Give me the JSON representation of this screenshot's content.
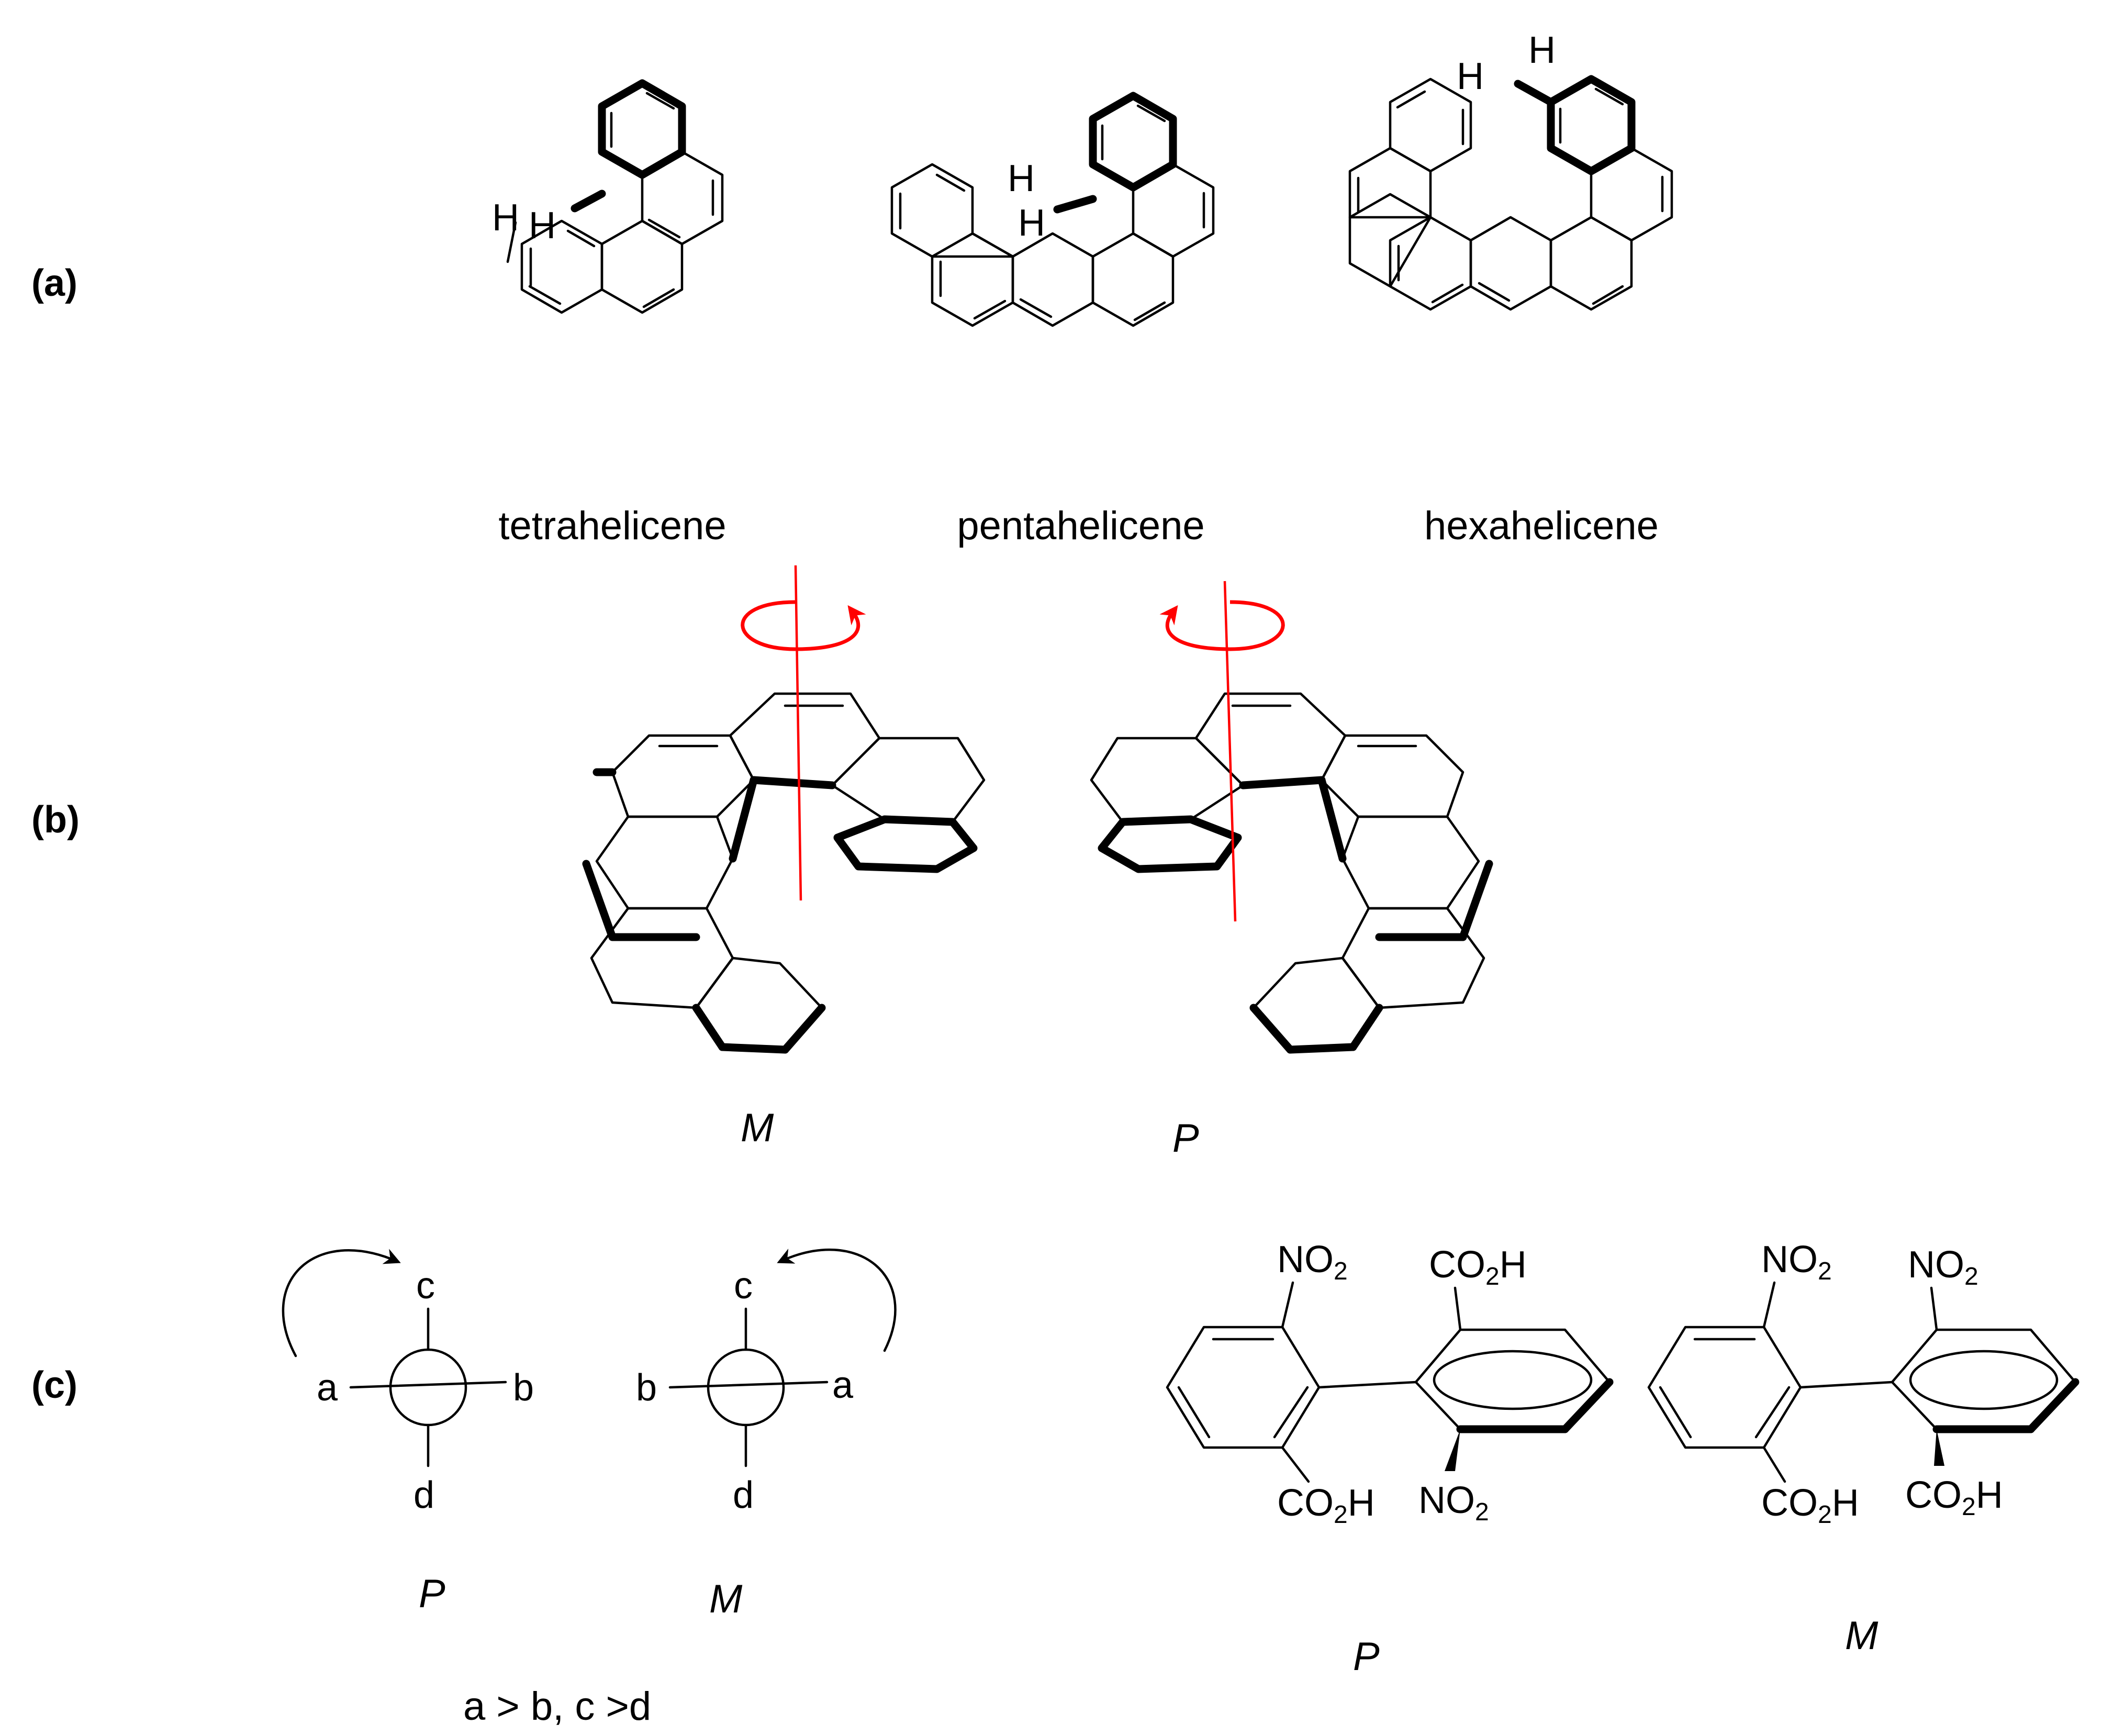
{
  "panels": {
    "a": "(a)",
    "b": "(b)",
    "c": "(c)"
  },
  "panel_a": {
    "names": [
      "tetrahelicene",
      "pentahelicene",
      "hexahelicene"
    ],
    "hydrogen": "H"
  },
  "panel_b": {
    "left_label": "M",
    "right_label": "P",
    "axis_color": "#ff0000"
  },
  "panel_c": {
    "newman_P": {
      "top": "c",
      "left": "a",
      "right": "b",
      "bottom": "d",
      "label": "P"
    },
    "newman_M": {
      "top": "c",
      "left": "b",
      "right": "a",
      "bottom": "d",
      "label": "M"
    },
    "priority_rule": "a > b, c >d",
    "biphenyl_P": {
      "label": "P",
      "left_top": "NO",
      "left_bottom": "CO",
      "right_top": "CO",
      "right_bottom": "NO",
      "sub2": "2",
      "h": "H"
    },
    "biphenyl_M": {
      "label": "M",
      "left_top": "NO",
      "left_bottom": "CO",
      "right_top": "NO",
      "right_bottom": "CO",
      "sub2": "2",
      "h": "H"
    }
  }
}
